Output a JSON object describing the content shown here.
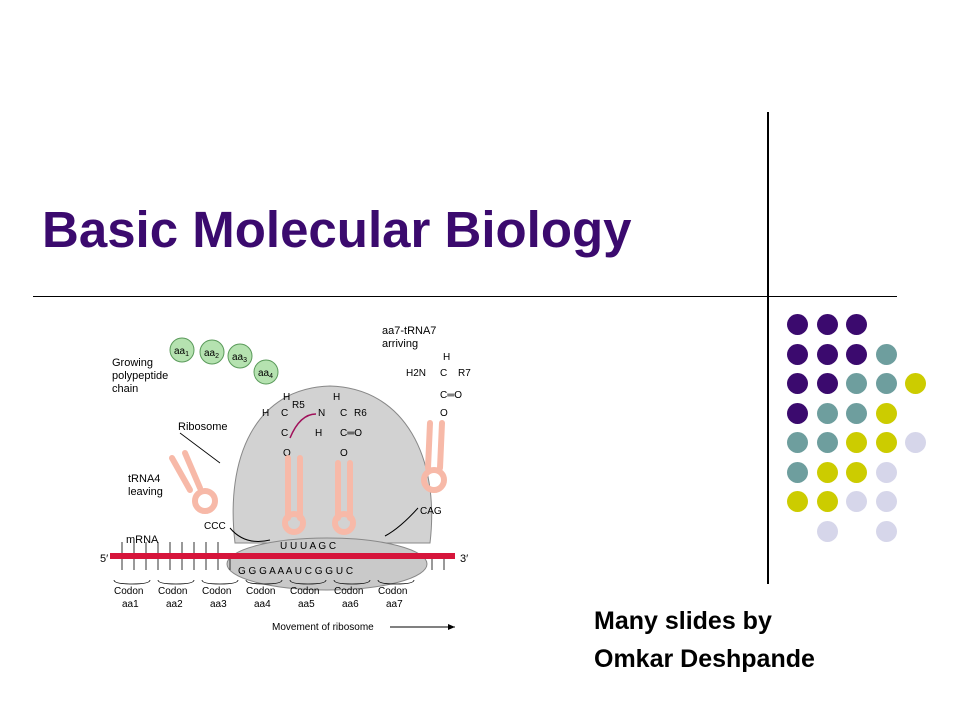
{
  "slide": {
    "title": "Basic Molecular Biology",
    "credit_line1": "Many slides by",
    "credit_line2": "Omkar Deshpande"
  },
  "colors": {
    "title": "#3b0a6e",
    "dot_purple": "#3b0a6e",
    "dot_teal": "#6e9e9e",
    "dot_yellow": "#cccc00",
    "dot_lavender": "#d6d6ea",
    "mrna": "#d6153b",
    "trna": "#f7b9a8",
    "amino_acid": "#b5e2b0",
    "ribosome": "#d2d2d2"
  },
  "dot_grid": [
    [
      "purple",
      "purple",
      "purple",
      "",
      "",
      ""
    ],
    [
      "purple",
      "purple",
      "purple",
      "teal",
      "",
      ""
    ],
    [
      "purple",
      "purple",
      "teal",
      "teal",
      "yellow",
      ""
    ],
    [
      "purple",
      "teal",
      "teal",
      "yellow",
      "",
      ""
    ],
    [
      "teal",
      "teal",
      "yellow",
      "yellow",
      "lavender",
      ""
    ],
    [
      "teal",
      "yellow",
      "yellow",
      "lavender",
      "",
      ""
    ],
    [
      "yellow",
      "yellow",
      "lavender",
      "lavender",
      "",
      ""
    ],
    [
      "",
      "lavender",
      "",
      "lavender",
      "",
      ""
    ]
  ],
  "diagram": {
    "growing_chain": [
      "Growing",
      "polypeptide",
      "chain"
    ],
    "aa": [
      "aa",
      "aa",
      "aa",
      "aa"
    ],
    "aa_sub": [
      "1",
      "2",
      "3",
      "4"
    ],
    "ribosome_label": "Ribosome",
    "arriving": [
      "aa7-tRNA7",
      "arriving"
    ],
    "leaving": [
      "tRNA4",
      "leaving"
    ],
    "mrna_label": "mRNA",
    "five_prime": "5′",
    "three_prime": "3′",
    "anticodon_left": "CCC",
    "anticodon_right": "CAG",
    "upper_codons": "U U U A G C",
    "lower_bases": "G G G A A A U C G G U C",
    "codon_label": "Codon",
    "codon_aa": [
      "aa1",
      "aa2",
      "aa3",
      "aa4",
      "aa5",
      "aa6",
      "aa7"
    ],
    "movement": "Movement of ribosome",
    "chem": {
      "h": "H",
      "c": "C",
      "n": "N",
      "o": "O",
      "co": "C═O",
      "r5": "R5",
      "r6": "R6",
      "r7": "R7",
      "h2n": "H2N"
    }
  }
}
